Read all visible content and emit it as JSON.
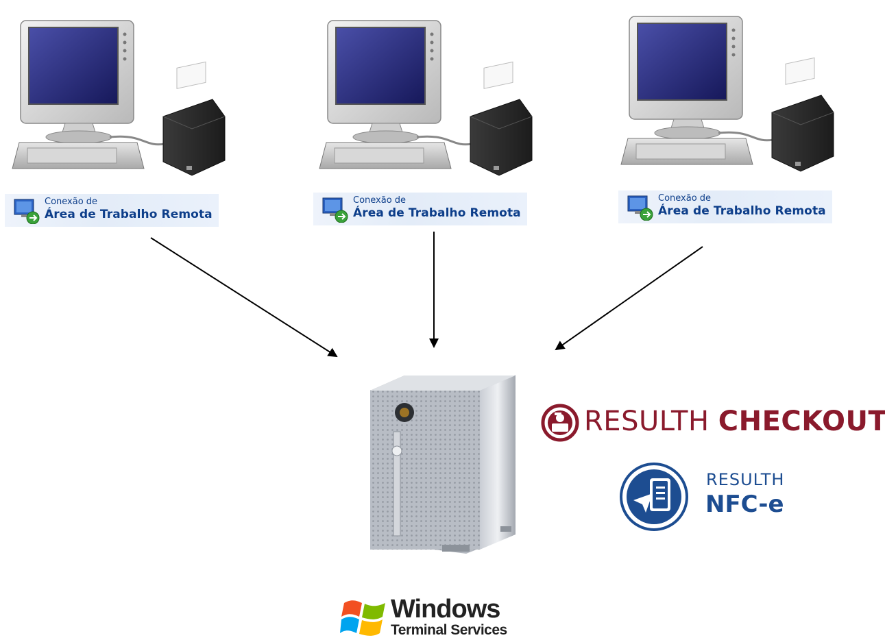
{
  "rdp_badge": {
    "line1": "Conexão de",
    "line2": "Área de Trabalho Remota"
  },
  "resulth_checkout": {
    "light": "RESULTH",
    "bold": "CHECKOUT",
    "color": "#8a1a2c"
  },
  "resulth_nfce": {
    "line1": "RESULTH",
    "line2": "NFC-e",
    "color": "#1d4d91"
  },
  "windows_ts": {
    "line1": "Windows",
    "line2": "Terminal Services"
  }
}
